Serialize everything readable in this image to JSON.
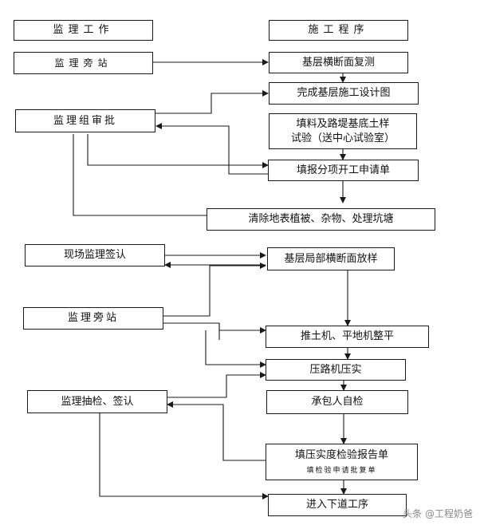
{
  "headers": {
    "supervision": "监理工作",
    "procedure": "施工程序"
  },
  "left": {
    "station1": "监理旁站",
    "review": "监理组审批",
    "field_sign": "现场监理签认",
    "station2": "监理旁站",
    "sample_sign": "监理抽检、签认"
  },
  "right": {
    "resurvey": "基层横断面复测",
    "design": "完成基层施工设计图",
    "test_line1": "填料及路堤基底土样",
    "test_line2": "试验（送中心试验室）",
    "apply": "填报分项开工申请单",
    "clear": "清除地表植被、杂物、处理坑塘",
    "layout": "基层局部横断面放样",
    "bulldoze": "推土机、平地机整平",
    "roller": "压路机压实",
    "selfcheck": "承包人自检",
    "report": "填压实度检验报告单",
    "report_sub": "填检验申请批复单",
    "next": "进入下道工序"
  },
  "watermark": "头条 @工程奶爸",
  "colors": {
    "line": "#1a1a1a",
    "watermark": "#888888"
  }
}
